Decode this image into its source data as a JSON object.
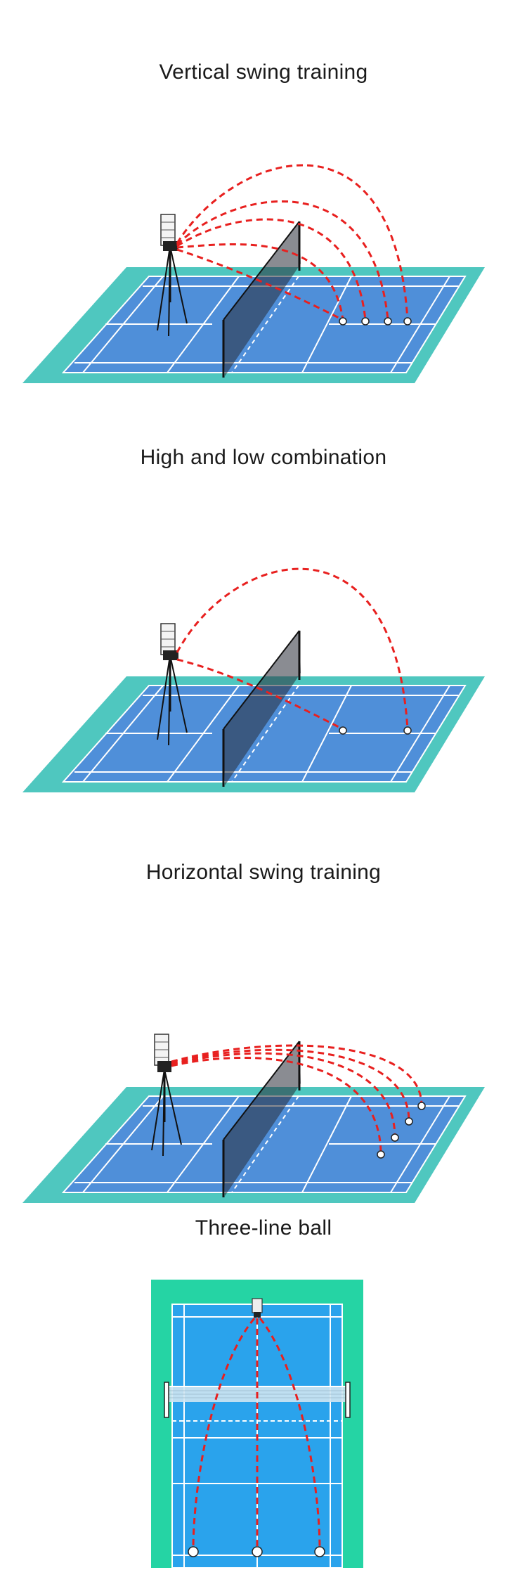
{
  "sections": [
    {
      "title": "Vertical swing training"
    },
    {
      "title": "High and low combination"
    },
    {
      "title": "Horizontal swing training"
    },
    {
      "title": "Three-line ball"
    }
  ],
  "colors": {
    "court_surround": "#4fc7bf",
    "court_blue": "#4f8fd9",
    "court_lines": "#ffffff",
    "trajectory": "#e8201f",
    "top_surround": "#25d4a4",
    "top_court": "#2aa3ec"
  }
}
